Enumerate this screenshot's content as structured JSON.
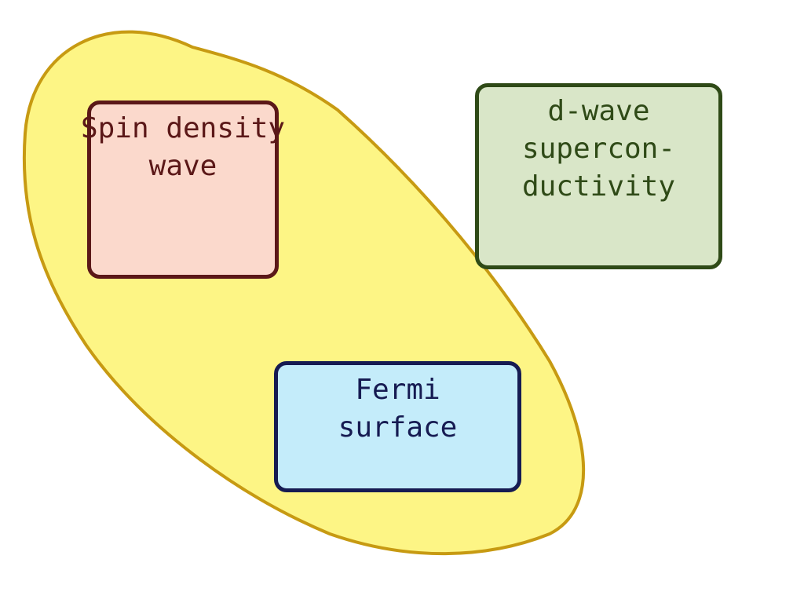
{
  "diagram": {
    "colors": {
      "background": "#ffffff",
      "region_fill": "#fdf585",
      "region_stroke": "#c79a12",
      "spin_density_fill": "#fbd9cc",
      "spin_density_stroke": "#5b1818",
      "dwave_fill": "#d9e6c8",
      "dwave_stroke": "#2f4a17",
      "fermi_fill": "#c4ecfa",
      "fermi_stroke": "#161b52"
    },
    "spin_density_wave": {
      "line1": "Spin density",
      "line2": "wave"
    },
    "dwave_superconductivity": {
      "line1": "d-wave",
      "line2": "supercon-",
      "line3": "ductivity"
    },
    "fermi_surface": {
      "line1": "Fermi",
      "line2": "surface"
    }
  }
}
